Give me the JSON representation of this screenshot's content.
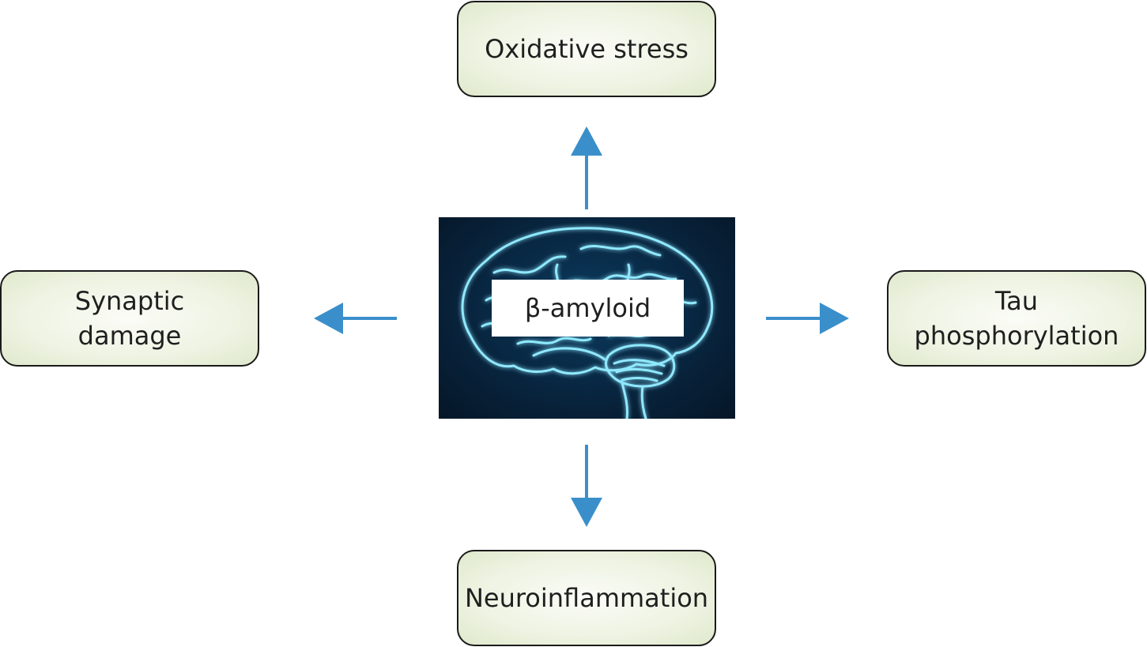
{
  "center": {
    "label": "β-amyloid",
    "image": "brain-illustration"
  },
  "effects": {
    "top": {
      "label": "Oxidative stress"
    },
    "bottom": {
      "label": "Neuroinflammation"
    },
    "left": {
      "line1": "Synaptic",
      "line2": "damage"
    },
    "right": {
      "line1": "Tau",
      "line2": "phosphorylation"
    }
  },
  "colors": {
    "arrow": "#3a8fcb",
    "box_fill": "#eef3e2",
    "box_border": "#1a1a1a",
    "brain_glow": "#7fe6ff",
    "brain_background": "#08253f"
  }
}
